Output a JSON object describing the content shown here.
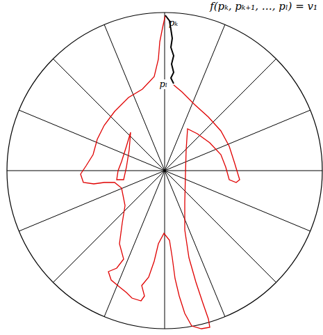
{
  "diagram": {
    "labels": [
      "f(pₖ, pₖ₊₁, …, pₗ) = v₁",
      "pₖ",
      "pₗ"
    ]
  }
}
